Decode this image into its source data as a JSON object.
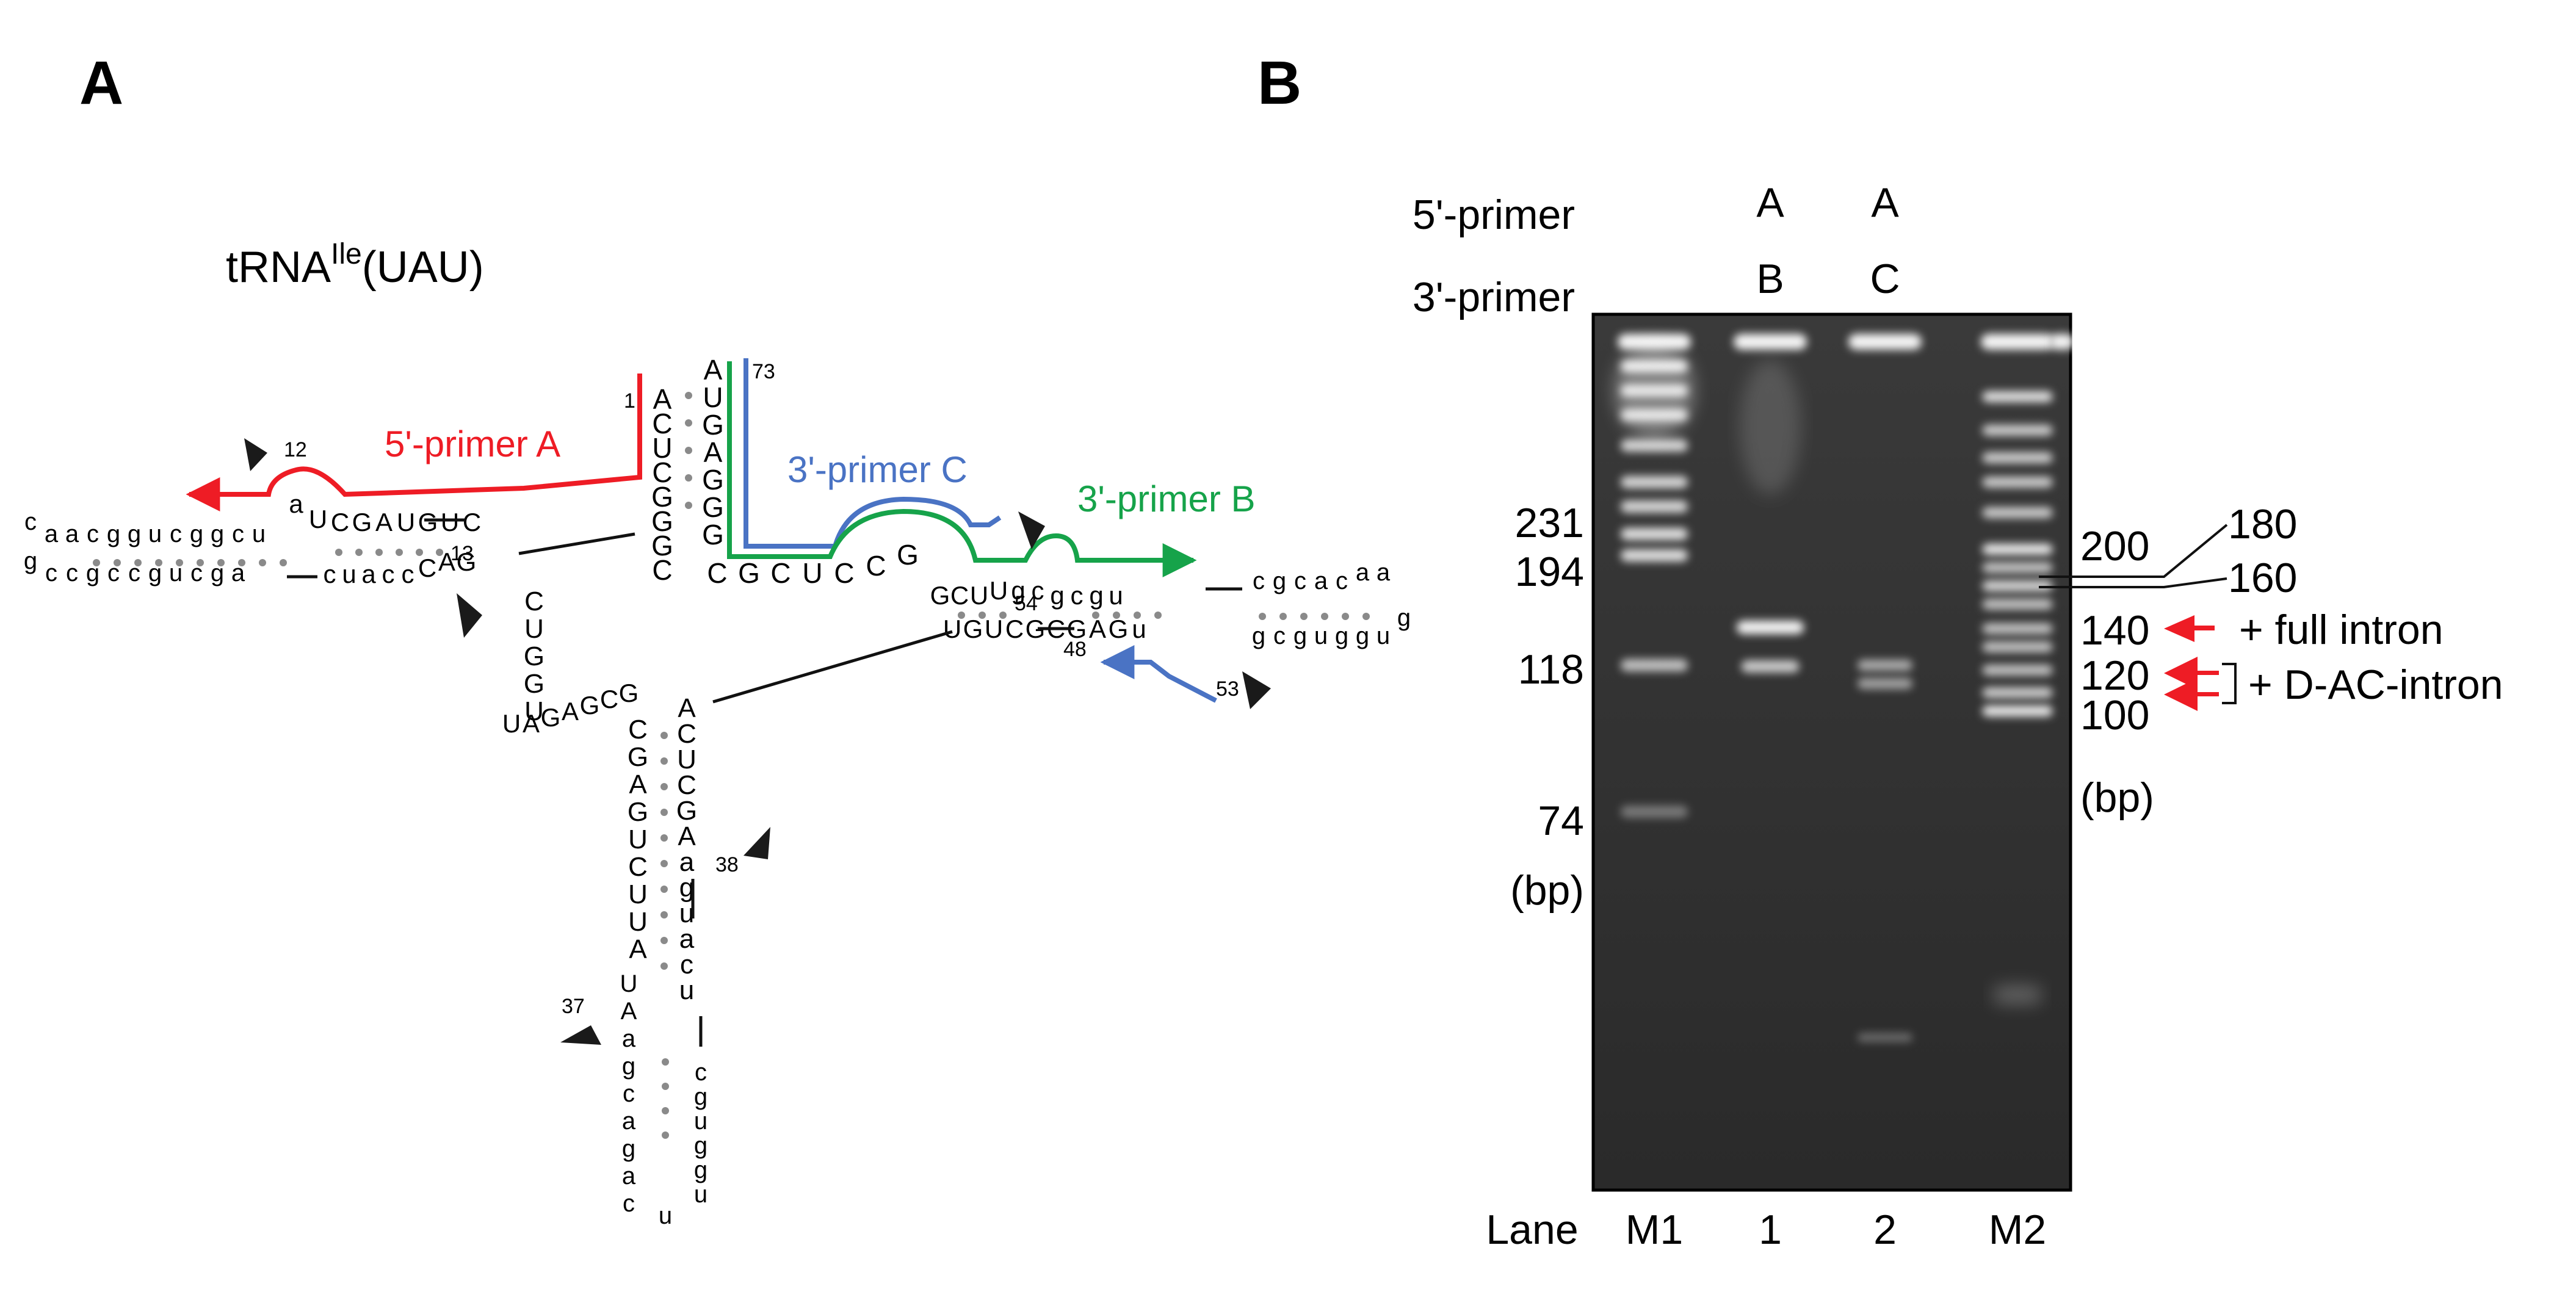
{
  "panel_a": {
    "label": "A",
    "title_main": "tRNA",
    "title_sup": "Ile",
    "title_tail": "(UAU)",
    "primers": {
      "p5A": {
        "label": "5'-primer A",
        "color": "#ee1c25"
      },
      "p3C": {
        "label": "3'-primer C",
        "color": "#4a73c4"
      },
      "p3B": {
        "label": "3'-primer B",
        "color": "#16a34a"
      }
    },
    "numbers": {
      "n1": "1",
      "n12": "12",
      "n13": "13",
      "n73": "73",
      "n54": "54",
      "n48": "48",
      "n53": "53",
      "n38": "38",
      "n37": "37"
    },
    "acceptor_left": [
      "A",
      "C",
      "U",
      "C",
      "G",
      "G",
      "G",
      "C"
    ],
    "acceptor_right": [
      "A",
      "U",
      "G",
      "A",
      "G",
      "G",
      "G"
    ],
    "t_bottom": [
      "C",
      "G",
      "C",
      "U",
      "C",
      "C",
      "G"
    ],
    "t_stem_top": [
      "G",
      "C",
      "U",
      "U",
      "g",
      "c",
      "g",
      "c",
      "g",
      "u"
    ],
    "t_stem_bottom": [
      "U",
      "G",
      "U",
      "C",
      "G",
      "C",
      "G",
      "A",
      "G",
      "u"
    ],
    "t_ext_top": [
      "c",
      "g",
      "c",
      "a",
      "c",
      "a",
      "a"
    ],
    "t_ext_bottom": [
      "g",
      "c",
      "g",
      "u",
      "g",
      "g",
      "u",
      "g"
    ],
    "d_intron_top": [
      "c",
      "a",
      "a",
      "c",
      "g",
      "g",
      "u",
      "c",
      "g",
      "g",
      "c",
      "u"
    ],
    "d_intron_bottom": [
      "g",
      "c",
      "c",
      "g",
      "c",
      "c",
      "g",
      "u",
      "c",
      "g",
      "a"
    ],
    "d_top": [
      "a",
      "U",
      "C",
      "G",
      "A",
      "U",
      "G",
      "U",
      "C"
    ],
    "d_bottom": [
      "c",
      "u",
      "a",
      "c",
      "c",
      "C",
      "A",
      "G"
    ],
    "d_loop_side": [
      "C",
      "U",
      "G",
      "G",
      "U"
    ],
    "ac_loop_top": [
      "U",
      "A",
      "G",
      "A",
      "G",
      "C",
      "G"
    ],
    "ac_left": [
      "C",
      "G",
      "A",
      "G",
      "U",
      "C",
      "U",
      "U",
      "A"
    ],
    "ac_right": [
      "A",
      "C",
      "U",
      "C",
      "G",
      "A",
      "a",
      "g",
      "u",
      "a",
      "c",
      "u"
    ],
    "ac_intron_left": [
      "U",
      "A",
      "a",
      "g",
      "c",
      "a",
      "g",
      "a",
      "c"
    ],
    "ac_intron_right": [
      "c",
      "g",
      "u",
      "g",
      "g",
      "u"
    ],
    "ac_intron_loop": "u"
  },
  "panel_b": {
    "label": "B",
    "primer_rows": [
      {
        "label": "5'-primer",
        "values": [
          "A",
          "A"
        ]
      },
      {
        "label": "3'-primer",
        "values": [
          "B",
          "C"
        ]
      }
    ],
    "lanes_label": "Lane",
    "lanes": [
      "M1",
      "1",
      "2",
      "M2"
    ],
    "m1_markers": [
      "231",
      "194",
      "118",
      "74"
    ],
    "m1_unit": "(bp)",
    "m2_markers": [
      "200",
      "180",
      "160",
      "140",
      "120",
      "100"
    ],
    "m2_unit": "(bp)",
    "annotation_full": "+ full intron",
    "annotation_dac": "+ D-AC-intron",
    "arrow_color": "#ee1c25"
  }
}
